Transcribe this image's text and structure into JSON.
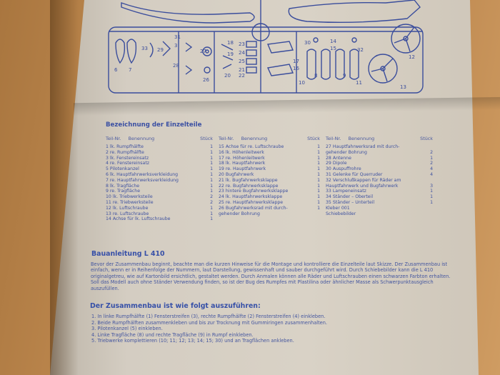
{
  "diagram_numbers": [
    "6",
    "7",
    "33",
    "29",
    "31",
    "3",
    "28",
    "27",
    "26",
    "18",
    "19",
    "23",
    "24",
    "25",
    "21",
    "22",
    "20",
    "17",
    "16",
    "30",
    "14",
    "15",
    "32",
    "10",
    "8",
    "9",
    "11",
    "12",
    "13"
  ],
  "section_title": "Bezeichnung der Einzelteile",
  "headers": {
    "nr": "Teil-Nr.",
    "name": "Benennung",
    "qty": "Stück"
  },
  "col1": [
    {
      "t": "1 lk. Rumpfhälfte",
      "q": "1"
    },
    {
      "t": "2 re. Rumpfhälfte",
      "q": "1"
    },
    {
      "t": "3 lk. Fenstereinsatz",
      "q": "1"
    },
    {
      "t": "4 re. Fenstereinsatz",
      "q": "1"
    },
    {
      "t": "5 Pilotenkanzel",
      "q": "1"
    },
    {
      "t": "6 lk. Hauptfahrwerksverkleidung",
      "q": "1"
    },
    {
      "t": "7 re. Hauptfahrwerksverkleidung",
      "q": "1"
    },
    {
      "t": "8 lk. Tragfläche",
      "q": "1"
    },
    {
      "t": "9 re. Tragfläche",
      "q": "1"
    },
    {
      "t": "10 lk. Triebwerksteile",
      "q": "2"
    },
    {
      "t": "11 re. Triebwerksteile",
      "q": "2"
    },
    {
      "t": "12 lk. Luftschraube",
      "q": "1"
    },
    {
      "t": "13 re. Luftschraube",
      "q": "1"
    },
    {
      "t": "14 Achse für lk. Luftschraube",
      "q": "1"
    }
  ],
  "col2": [
    {
      "t": "15 Achse für re. Luftschraube",
      "q": "1"
    },
    {
      "t": "16 lk. Höhenleitwerk",
      "q": "1"
    },
    {
      "t": "17 re. Höhenleitwerk",
      "q": "1"
    },
    {
      "t": "18 lk. Hauptfahrwerk",
      "q": "1"
    },
    {
      "t": "19 re. Hauptfahrwerk",
      "q": "1"
    },
    {
      "t": "20 Bugfahrwerk",
      "q": "1"
    },
    {
      "t": "21 lk. Bugfahrwerksklappe",
      "q": "1"
    },
    {
      "t": "22 re. Bugfahrwerksklappe",
      "q": "1"
    },
    {
      "t": "23 hintere Bugfahrwerksklappe",
      "q": "1"
    },
    {
      "t": "24 lk. Hauptfahrwerksklappe",
      "q": "1"
    },
    {
      "t": "25 re. Hauptfahrwerksklappe",
      "q": "1"
    },
    {
      "t": "26 Bugfahrwerksrad mit durch-",
      "q": "1"
    },
    {
      "t": "   gehender Bohrung",
      "q": ""
    }
  ],
  "col3": [
    {
      "t": "27 Hauptfahrwerksrad mit durch-",
      "q": ""
    },
    {
      "t": "   gehender Bohrung",
      "q": "2"
    },
    {
      "t": "28 Antenne",
      "q": "1"
    },
    {
      "t": "29 Dipole",
      "q": "2"
    },
    {
      "t": "30 Auspuffrohre",
      "q": "4"
    },
    {
      "t": "31 Gelenke für Querruder",
      "q": "4"
    },
    {
      "t": "32 Verschlußkappen für Räder am",
      "q": ""
    },
    {
      "t": "   Hauptfahrwerk und Bugfahrwerk",
      "q": "3"
    },
    {
      "t": "33 Lampeneinsatz",
      "q": "1"
    },
    {
      "t": "34 Ständer – Oberteil",
      "q": "1"
    },
    {
      "t": "35 Ständer – Unterteil",
      "q": "1"
    },
    {
      "t": "   Kleber 001",
      "q": ""
    },
    {
      "t": "   Schiebebilder",
      "q": ""
    }
  ],
  "bau_title": "Bauanleitung L 410",
  "paragraph": "Bevor der Zusammenbau beginnt, beachte man die kurzen Hinweise für die Montage und kontrolliere die Einzelteile laut Skizze. Der Zusammenbau ist einfach, wenn er in Reihenfolge der Nummern, laut Darstellung, gewissenhaft und sauber durchgeführt wird. Durch Schiebebilder kann die L 410 originalgetreu, wie auf Kartonbild ersichtlich, gestaltet werden. Durch Anmalen können alle Räder und Luftschrauben einen schwarzen Farbton erhalten. Soll das Modell auch ohne Ständer Verwendung finden, so ist der Bug des Rumpfes mit Plastilina oder ähnlicher Masse als Schwerpunktausgleich auszufüllen.",
  "zus_title": "Der Zusammenbau ist wie folgt auszuführen:",
  "steps": [
    "1. In linke Rumpfhälfte (1) Fensterstreifen (3), rechte Rumpfhälfte (2) Fensterstreifen (4) einkleben.",
    "2. Beide Rumpfhälften zusammenkleben und bis zur Trocknung mit Gummiringen zusammenhalten.",
    "3. Pilotenkanzel (5) einkleben.",
    "4. Linke Tragfläche (8) und rechte Tragfläche (9) in Rumpf einkleben.",
    "5. Triebwerke komplettieren (10; 11; 12; 13; 14; 15; 30) und an Tragflächen ankleben."
  ]
}
